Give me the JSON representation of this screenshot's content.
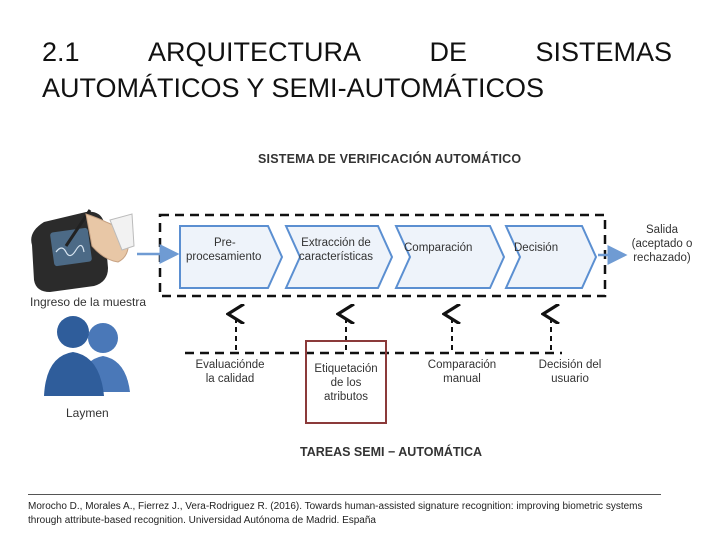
{
  "slide": {
    "title_line1_words": [
      "2.1",
      "ARQUITECTURA",
      "DE",
      "SISTEMAS"
    ],
    "title_line2": "AUTOMÁTICOS Y SEMI-AUTOMÁTICOS"
  },
  "diagram": {
    "top_heading": "SISTEMA DE VERIFICACIÓN AUTOMÁTICO",
    "bottom_heading": "TAREAS SEMI − AUTOMÁTICA",
    "input_label": "Ingreso de la muestra",
    "people_label": "Laymen",
    "output_label_line1": "Salida",
    "output_label_line2": "(aceptado o",
    "output_label_line3": "rechazado)",
    "stages": [
      {
        "line1": "Pre-",
        "line2": "procesamiento"
      },
      {
        "line1": "Extracción de",
        "line2": "características"
      },
      {
        "line1": "Comparación",
        "line2": ""
      },
      {
        "line1": "Decisión",
        "line2": ""
      }
    ],
    "tasks": [
      {
        "line1": "Evaluaciónde",
        "line2": "la calidad",
        "line3": ""
      },
      {
        "line1": "Etiquetación",
        "line2": "de los",
        "line3": "atributos"
      },
      {
        "line1": "Comparación",
        "line2": "manual",
        "line3": ""
      },
      {
        "line1": "Decisión del",
        "line2": "usuario",
        "line3": ""
      }
    ],
    "colors": {
      "stage_fill": "#eef3fa",
      "stage_border": "#5b8fd1",
      "dash": "#111111",
      "highlight_box": "#8b3a3a",
      "arrow_blue": "#6f9bd3",
      "silhouette": "#2f5d9b"
    }
  },
  "reference": "Morocho D., Morales A., Fierrez J., Vera-Rodriguez R. (2016). Towards human-assisted signature recognition: improving biometric systems through attribute-based recognition. Universidad Autónoma de Madrid. España"
}
